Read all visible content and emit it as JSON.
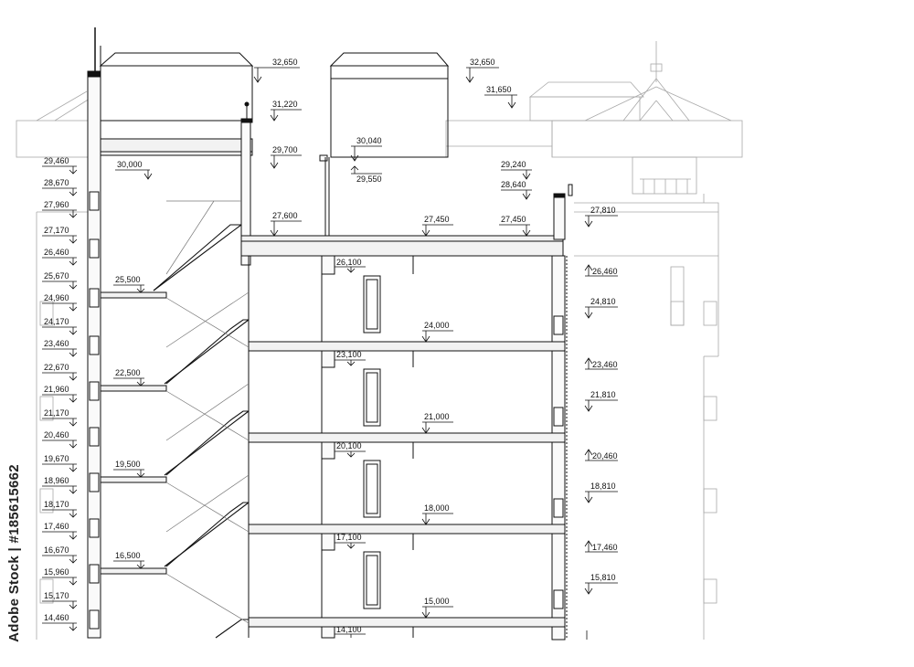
{
  "credit": "Adobe Stock | #185615662",
  "colors": {
    "line": "#111111",
    "ghost": "#9a9a9a",
    "slab": "#f2f2f2"
  },
  "levels": {
    "l32650a": "32,650",
    "l32650b": "32,650",
    "l31650": "31,650",
    "l31220": "31,220",
    "l30040": "30,040",
    "l29700": "29,700",
    "l29550": "29,550",
    "l30000": "30,000",
    "l29240": "29,240",
    "l28640": "28,640",
    "l27600": "27,600",
    "l27450a": "27,450",
    "l27450b": "27,450",
    "l27810": "27,810",
    "l26100": "26,100",
    "l26460r": "26,460",
    "l25500": "25,500",
    "l24810": "24,810",
    "l24000": "24,000",
    "l23100": "23,100",
    "l23460r": "23,460",
    "l22500": "22,500",
    "l21810": "21,810",
    "l21000": "21,000",
    "l20100": "20,100",
    "l20460r": "20,460",
    "l19500": "19,500",
    "l18810": "18,810",
    "l18000": "18,000",
    "l17100": "17,100",
    "l17460r": "17,460",
    "l16500": "16,500",
    "l15810": "15,810",
    "l15000": "15,000",
    "l14100": "14,100",
    "left": [
      "29,460",
      "28,670",
      "27,960",
      "27,170",
      "26,460",
      "25,670",
      "24,960",
      "24,170",
      "23,460",
      "22,670",
      "21,960",
      "21,170",
      "20,460",
      "19,670",
      "18,960",
      "18,170",
      "17,460",
      "16,670",
      "15,960",
      "15,170",
      "14,460"
    ]
  }
}
